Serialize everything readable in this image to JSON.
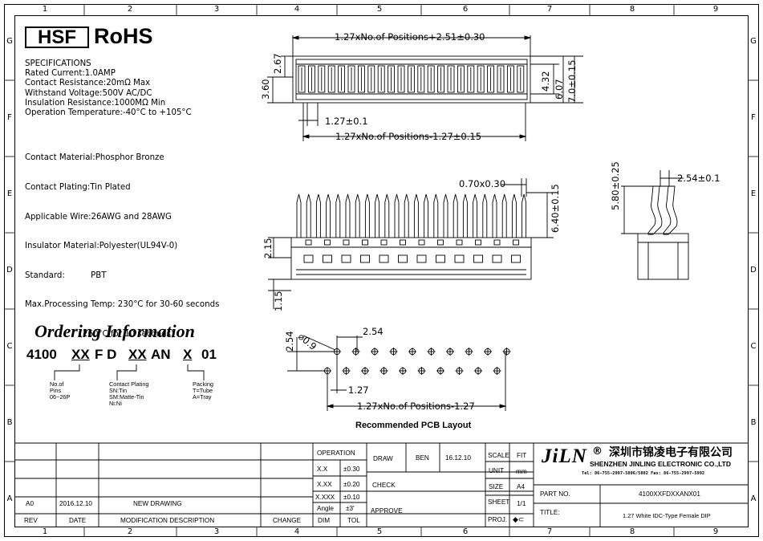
{
  "border": {
    "columns": [
      "1",
      "2",
      "3",
      "4",
      "5",
      "6",
      "7",
      "8",
      "9"
    ],
    "rows": [
      "G",
      "F",
      "E",
      "D",
      "C",
      "B",
      "A"
    ]
  },
  "logos": {
    "hsf": "HSF",
    "rohs": "RoHS"
  },
  "specifications": {
    "heading": "SPECIFICATIONS",
    "lines": [
      "Rated Current:1.0AMP",
      "Contact Resistance:20mΩ Max",
      "Withstand Voltage:500V AC/DC",
      "Insulation Resistance:1000MΩ Min",
      "Operation Temperature:-40°C to +105°C"
    ],
    "material_lines": [
      "Contact Material:Phosphor Bronze",
      "Contact Plating:Tin Plated",
      "Applicable Wire:26AWG and 28AWG",
      "Insulator Material:Polyester(UL94V-0)",
      "Standard:          PBT",
      "Max.Processing Temp: 230°C for 30-60 seconds",
      "                     (260°C for 10 seconds)"
    ]
  },
  "ordering": {
    "title": "Ordering Information",
    "code": {
      "p1": "4100",
      "p2": "XX",
      "p3": "F D",
      "p4": "XX",
      "p5": "AN",
      "p6": "X",
      "p7": "01"
    },
    "notes": {
      "pins": [
        "No.of",
        "Pins",
        "06~26P"
      ],
      "plating": [
        "Contact Plating",
        "SN:Tin",
        "SM:Matte-Tin",
        "Ni:Ni"
      ],
      "packing": [
        "Packing",
        "T=Tube",
        "A=Tray"
      ]
    }
  },
  "dimensions": {
    "top_width": "1.27xNo.of Positions+2.51±0.30",
    "pitch_top": "1.27±0.1",
    "bottom_width": "1.27xNo.of Positions-1.27±0.15",
    "h_267": "2.67",
    "h_360": "3.60",
    "h_432": "4.32",
    "h_607": "6.07",
    "h_70": "7.0±0.15",
    "pin_width": "0.70x0.30",
    "pin_height": "6.40±0.15",
    "h_215": "2.15",
    "h_115": "1.15",
    "side_580": "5.80±0.25",
    "side_254": "2.54±0.1",
    "pcb_hole": "⌀0.9",
    "pcb_254_h": "2.54",
    "pcb_254_v": "2.54",
    "pcb_127": "1.27",
    "pcb_width": "1.27xNo.of Positions-1.27",
    "pcb_title": "Recommended PCB Layout"
  },
  "title_block": {
    "revision": {
      "rev": "A0",
      "date": "2016.12.10",
      "desc": "NEW DRAWING"
    },
    "headers": {
      "rev": "REV",
      "date": "DATE",
      "desc": "MODIFICATION DESCRIPTION",
      "change": "CHANGE",
      "dim": "DIM",
      "tol": "TOL"
    },
    "operation": "OPERATION",
    "tolerances": [
      {
        "dim": "X.X",
        "tol": "±0.30"
      },
      {
        "dim": "X.XX",
        "tol": "±0.20"
      },
      {
        "dim": "X.XXX",
        "tol": "±0.10"
      },
      {
        "dim": "Angle",
        "tol": "±3'"
      }
    ],
    "draw_label": "DRAW",
    "draw_by": "BEN",
    "draw_date": "16.12.10",
    "check_label": "CHECK",
    "approve_label": "APPROVE",
    "scale_label": "SCALE",
    "scale_value": "FIT",
    "unit_label": "UNIT",
    "unit_value": "mm",
    "size_label": "SIZE",
    "size_value": "A4",
    "sheet_label": "SHEET",
    "sheet_value": "1/1",
    "proj_label": "PROJ.",
    "proj_symbol": "◆⊂",
    "company": {
      "logo": "JiLN",
      "reg": "®",
      "chinese": "深圳市锦凌电子有限公司",
      "english": "SHENZHEN JINLING ELECTRONIC CO.,LTD",
      "contact": "Tel: 86-755-2997-5806/5802   Fax: 86-755-2997-5992"
    },
    "part_no_label": "PART NO.",
    "part_no": "4100XXFDXXANX01",
    "title_label": "TITLE:",
    "title": "1.27 White IDC-Type Female DIP"
  }
}
